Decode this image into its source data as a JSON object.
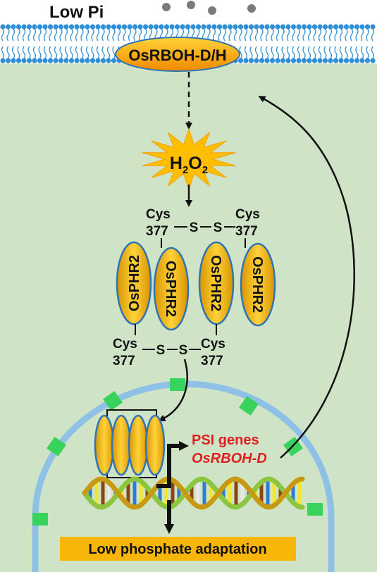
{
  "labels": {
    "low_pi": "Low Pi",
    "rboh": "OsRBOH-D/H",
    "h2o2_main": "H",
    "h2o2_sub1": "2",
    "h2o2_mid": "O",
    "h2o2_sub2": "2",
    "cys": "Cys",
    "res_num": "377",
    "s": "S",
    "phr2": "OsPHR2",
    "psi_genes": "PSI genes",
    "osrboh_d": "OsRBOH-D",
    "adaptation": "Low phosphate adaptation"
  },
  "colors": {
    "membrane": "#2f8fd6",
    "cell_bg": "#cfe3c6",
    "nucleus": "#8fc1e6",
    "pore": "#38d35c",
    "oval_fill": "#f5b800",
    "oval_border": "#2f74b5",
    "burst": "#ffbf00",
    "red_text": "#e02020",
    "adapt_bar": "#f9b60a"
  },
  "icons": [
    "phosphate-dot",
    "h2o2-burst",
    "dna-helix",
    "nuclear-pore"
  ]
}
